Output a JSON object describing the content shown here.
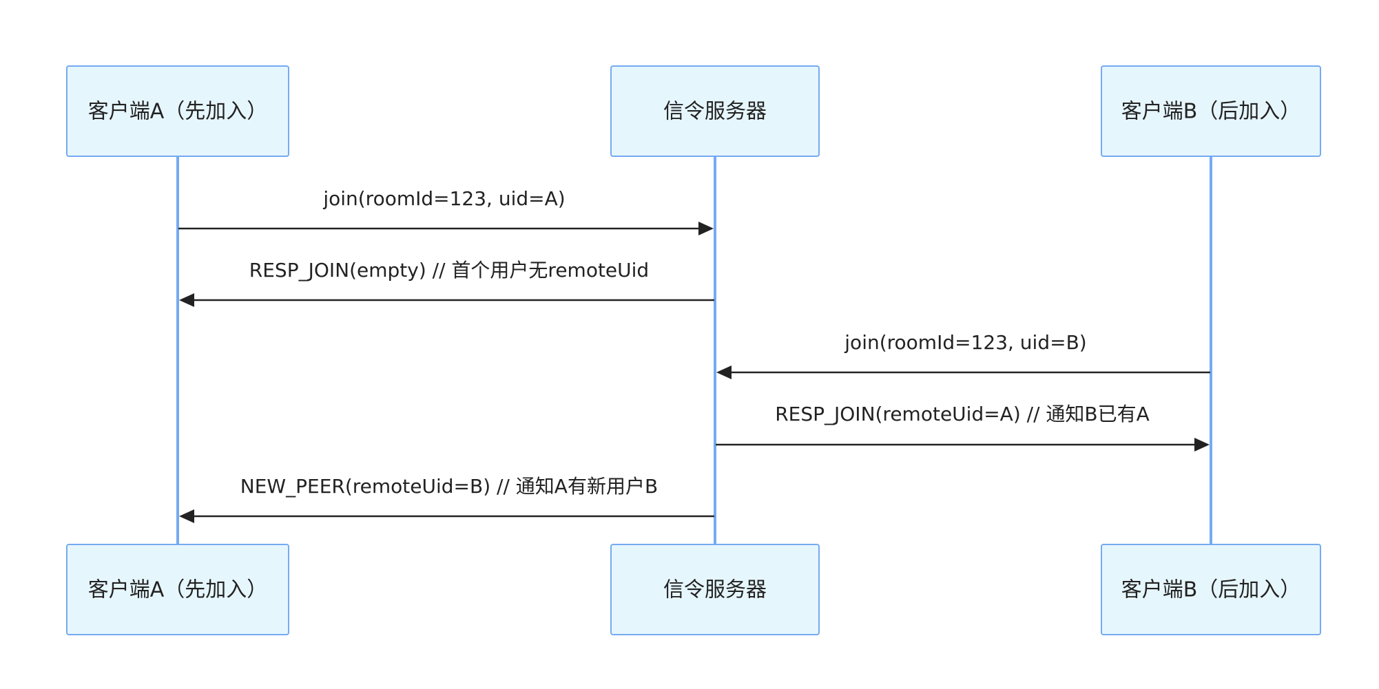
{
  "colors": {
    "actor_fill": "#e6f6fd",
    "actor_border": "#74aaf2",
    "lifeline": "#74aaf2",
    "message": "#222222",
    "background": "#ffffff"
  },
  "participants": [
    {
      "id": "A",
      "label": "客户端A（先加入）"
    },
    {
      "id": "S",
      "label": "信令服务器"
    },
    {
      "id": "B",
      "label": "客户端B（后加入）"
    }
  ],
  "messages": [
    {
      "from": "A",
      "to": "S",
      "label": "join(roomId=123, uid=A)"
    },
    {
      "from": "S",
      "to": "A",
      "label": "RESP_JOIN(empty) // 首个用户无remoteUid"
    },
    {
      "from": "B",
      "to": "S",
      "label": "join(roomId=123, uid=B)"
    },
    {
      "from": "S",
      "to": "B",
      "label": "RESP_JOIN(remoteUid=A) // 通知B已有A"
    },
    {
      "from": "S",
      "to": "A",
      "label": "NEW_PEER(remoteUid=B) // 通知A有新用户B"
    }
  ]
}
